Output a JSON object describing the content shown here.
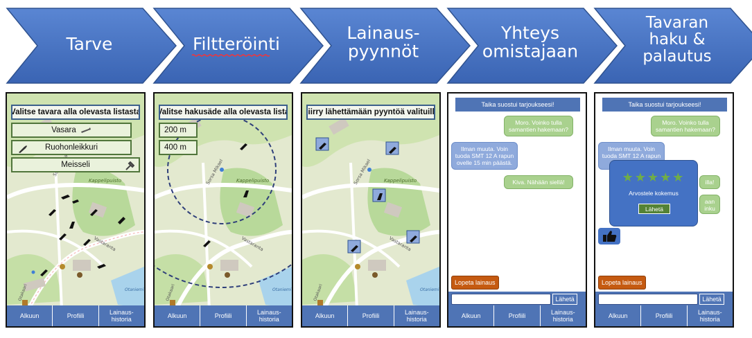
{
  "process_steps": [
    {
      "label_lines": [
        "Tarve"
      ]
    },
    {
      "label_lines": [
        "Filtteröinti"
      ]
    },
    {
      "label_lines": [
        "Lainaus-",
        "pyynnöt"
      ]
    },
    {
      "label_lines": [
        "Yhteys",
        "omistajaan"
      ]
    },
    {
      "label_lines": [
        "Tavaran",
        "haku &",
        "palautus"
      ]
    }
  ],
  "screen1": {
    "title": "Valitse tavara alla olevasta listasta",
    "items": [
      "Vasara",
      "Ruohonleikkuri",
      "Meisseli"
    ]
  },
  "screen2": {
    "title": "Valitse hakusäde alla olevasta lista",
    "options": [
      "200 m",
      "400 m"
    ]
  },
  "screen3": {
    "title": "Siirry lähettämään pyyntöä valituille"
  },
  "map": {
    "labels": {
      "park": "Kappelipuisto",
      "street_a": "Sorsa Mikael",
      "street_b": "Vastaranta",
      "street_c": "Otaniemi",
      "street_d": "Otakaari"
    }
  },
  "chat": {
    "status_banner": "Taika suostui tarjoukseesi!",
    "messages": [
      {
        "text": "Moro. Voinko tulla samantien hakemaan?",
        "side": "out"
      },
      {
        "text": "Ilman muuta. Voin tuoda SMT 12 A rapun ovelle 15 min päästä.",
        "side": "in"
      },
      {
        "text": "Kiva. Nähään siellä!",
        "side": "out"
      }
    ],
    "end_button": "Lopeta lainaus",
    "send_button": "Lähetä"
  },
  "rating": {
    "stars": "★★★★★",
    "label": "Arvostele kokemus",
    "submit": "Lähetä",
    "stars_count": 5
  },
  "screen5": {
    "message_fragments": [
      {
        "text": "Ilman muuta. Voin tuoda SMT 12 A rapun ove",
        "side": "in"
      },
      {
        "text": "Moro. Voinko tulla samantien hakemaan?",
        "side": "out"
      },
      {
        "text": "illa!",
        "side": "out"
      },
      {
        "text": "aan inku",
        "side": "out"
      }
    ]
  },
  "navbar": {
    "items": [
      {
        "lines": [
          "Alkuun"
        ]
      },
      {
        "lines": [
          "Profiili"
        ]
      },
      {
        "lines": [
          "Lainaus-",
          "historia"
        ]
      }
    ]
  },
  "colors": {
    "chevron": "#4472c4",
    "navbar": "#4f74b5",
    "list_border": "#50753b",
    "bubble_out": "#a9d18e",
    "bubble_in": "#8faadc",
    "end_button": "#c55a11",
    "star": "#70ad47"
  },
  "icons": [
    "hammer-icon",
    "screwdriver-icon",
    "lawnmower-icon",
    "thumbs-up-icon",
    "star-icon"
  ]
}
